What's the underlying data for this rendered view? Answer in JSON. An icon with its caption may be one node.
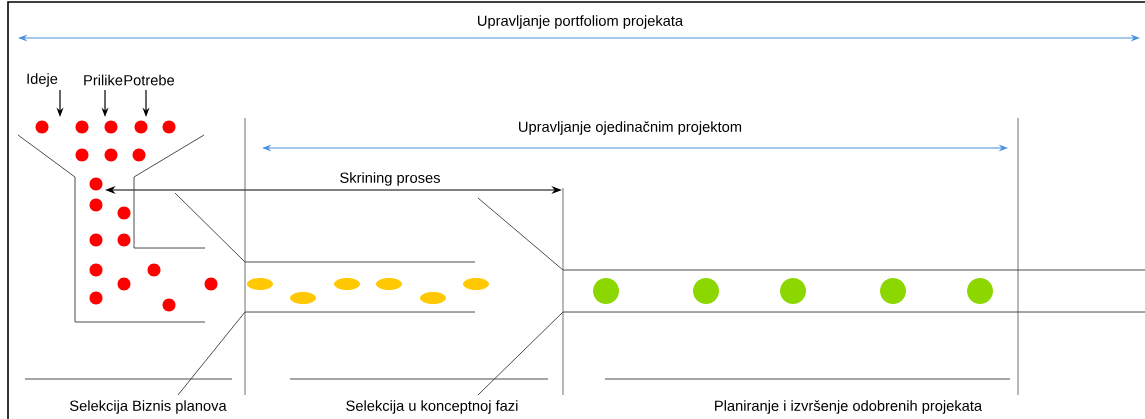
{
  "diagram": {
    "labels": [
      "Upravljanje  portfoliom projekata",
      "Ideje",
      "Prilike",
      "Potrebe",
      "Upravljanje ojedinačnim projektom",
      "Skrining   proses",
      "Selekcija Biznis planova",
      "Selekcija u konceptnoj fazi",
      "Planiranje i izvršenje odobrenih projekata"
    ]
  }
}
